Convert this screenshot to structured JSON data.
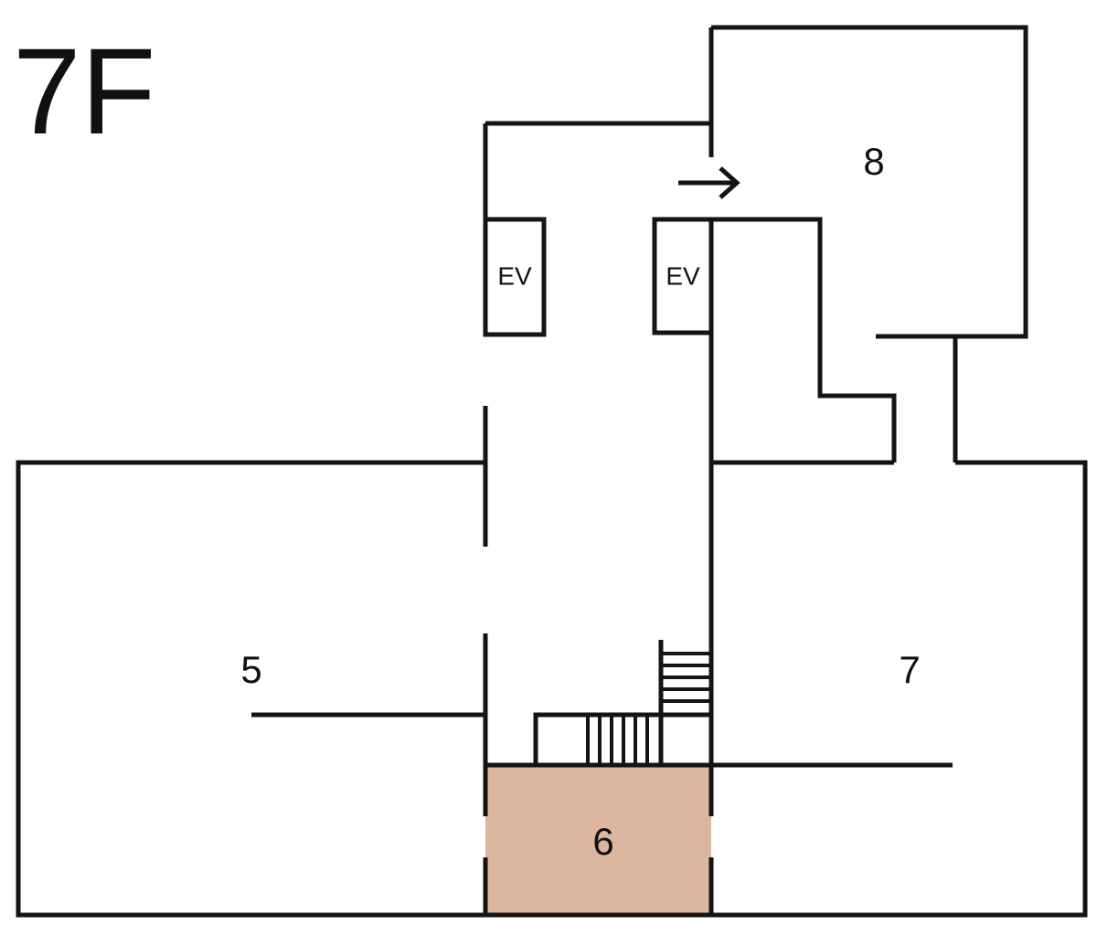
{
  "floor": {
    "title": "7F"
  },
  "rooms": [
    {
      "id": "5",
      "label": "5",
      "highlighted": false
    },
    {
      "id": "6",
      "label": "6",
      "highlighted": true
    },
    {
      "id": "7",
      "label": "7",
      "highlighted": false
    },
    {
      "id": "8",
      "label": "8",
      "highlighted": false
    }
  ],
  "elevators": [
    {
      "label": "EV"
    },
    {
      "label": "EV"
    }
  ],
  "colors": {
    "highlight": "#DDB6A0",
    "walls": "#141414",
    "background": "#FFFFFF"
  },
  "icons": {
    "direction": "arrow-right-icon",
    "stairs": "stairs-icon"
  }
}
